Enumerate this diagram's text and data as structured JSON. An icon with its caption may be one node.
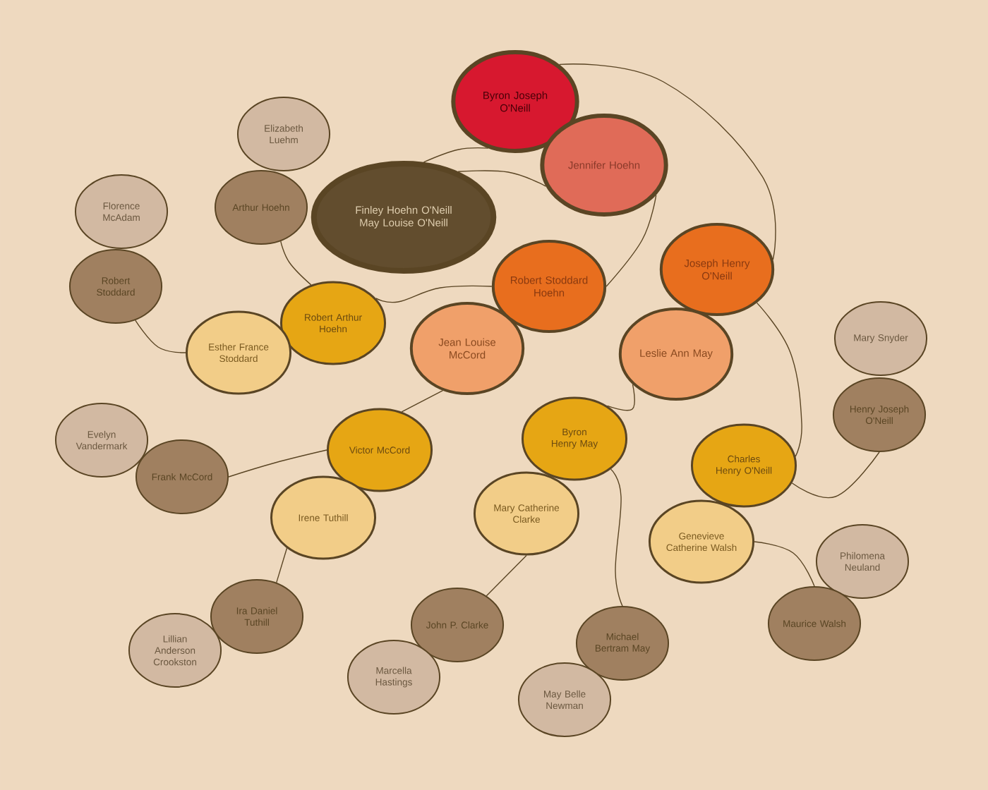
{
  "diagram": {
    "nodes": [
      {
        "text": [
          "Byron Joseph O'Neill"
        ]
      },
      {
        "text": [
          "Jennifer Hoehn"
        ]
      },
      {
        "text": [
          "Elizabeth Luehm"
        ]
      },
      {
        "text": [
          "Finley Hoehn O'Neill",
          "May Louise O'Neill"
        ]
      },
      {
        "text": [
          "Arthur Hoehn"
        ]
      },
      {
        "text": [
          "Florence McAdam"
        ]
      },
      {
        "text": [
          "Joseph Henry O'Neill"
        ]
      },
      {
        "text": [
          "Robert Stoddard Hoehn"
        ]
      },
      {
        "text": [
          "Robert Stoddard"
        ]
      },
      {
        "text": [
          "Robert Arthur Hoehn"
        ]
      },
      {
        "text": [
          "Mary Snyder"
        ]
      },
      {
        "text": [
          "Jean Louise McCord"
        ]
      },
      {
        "text": [
          "Leslie Ann May"
        ]
      },
      {
        "text": [
          "Esther France Stoddard"
        ]
      },
      {
        "text": [
          "Henry Joseph O'Neill"
        ]
      },
      {
        "text": [
          "Evelyn Vandermark"
        ]
      },
      {
        "text": [
          "Victor McCord"
        ]
      },
      {
        "text": [
          "Byron Henry May"
        ]
      },
      {
        "text": [
          "Frank McCord"
        ]
      },
      {
        "text": [
          "Charles Henry O'Neill"
        ]
      },
      {
        "text": [
          "Irene Tuthill"
        ]
      },
      {
        "text": [
          "Mary Catherine Clarke"
        ]
      },
      {
        "text": [
          "Genevieve Catherine Walsh"
        ]
      },
      {
        "text": [
          "Philomena Neuland"
        ]
      },
      {
        "text": [
          "Ira Daniel Tuthill"
        ]
      },
      {
        "text": [
          "John P. Clarke"
        ]
      },
      {
        "text": [
          "Maurice Walsh"
        ]
      },
      {
        "text": [
          "Lillian Anderson Crookston"
        ]
      },
      {
        "text": [
          "Michael Bertram May"
        ]
      },
      {
        "text": [
          "Marcella Hastings"
        ]
      },
      {
        "text": [
          "May Belle Newman"
        ]
      }
    ],
    "edges": [
      {
        "from": 3,
        "to": 0,
        "arrow": "none"
      },
      {
        "from": 3,
        "to": 1,
        "arrow": "none"
      },
      {
        "from": 0,
        "to": 6,
        "arrow": "none"
      },
      {
        "from": 1,
        "to": 7,
        "arrow": "none"
      },
      {
        "from": 6,
        "to": 19,
        "arrow": "none"
      },
      {
        "from": 12,
        "to": 17,
        "arrow": "none"
      },
      {
        "from": 7,
        "to": 9,
        "arrow": "none"
      },
      {
        "from": 11,
        "to": 16,
        "arrow": "none"
      },
      {
        "from": 9,
        "to": 4,
        "arrow": "none"
      },
      {
        "from": 13,
        "to": 8,
        "arrow": "none"
      },
      {
        "from": 16,
        "to": 18,
        "arrow": "none"
      },
      {
        "from": 20,
        "to": 24,
        "arrow": "none"
      },
      {
        "from": 17,
        "to": 28,
        "arrow": "none"
      },
      {
        "from": 21,
        "to": 25,
        "arrow": "none"
      },
      {
        "from": 19,
        "to": 14,
        "arrow": "none"
      },
      {
        "from": 22,
        "to": 26,
        "arrow": "none"
      }
    ]
  }
}
